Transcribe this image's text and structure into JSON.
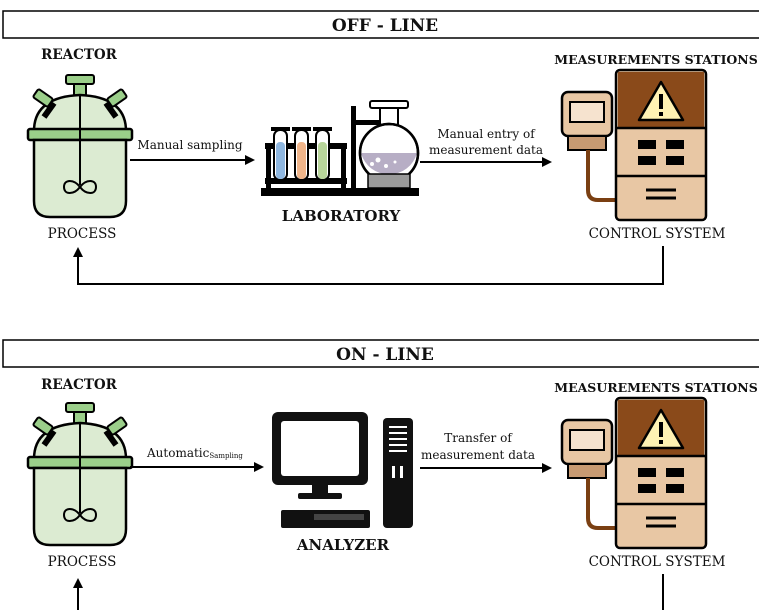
{
  "offline": {
    "header": "OFF - LINE",
    "reactor_label": "REACTOR",
    "process_label": "PROCESS",
    "arrow1_label": "Manual sampling",
    "lab_label": "LABORATORY",
    "arrow2_line1": "Manual entry of",
    "arrow2_line2": "measurement data",
    "stations_label": "MEASUREMENTS STATIONS",
    "control_label": "CONTROL SYSTEM"
  },
  "online": {
    "header": "ON - LINE",
    "reactor_label": "REACTOR",
    "process_label": "PROCESS",
    "arrow1_label_main": "Automatic",
    "arrow1_label_small": "Sampling",
    "analyzer_label": "ANALYZER",
    "arrow2_line1": "Transfer of",
    "arrow2_line2": "measurement data",
    "stations_label": "MEASUREMENTS STATIONS",
    "control_label": "CONTROL SYSTEM"
  },
  "colors": {
    "reactor_fill": "#dcebd2",
    "reactor_accent": "#9bcf8a",
    "station_light": "#e8c7a4",
    "station_mid": "#c79a72",
    "station_dark": "#7a3f12",
    "warning": "#fff2b3",
    "tube_blue": "#8fb7e0",
    "tube_orange": "#f0b58a",
    "tube_green": "#b8d59a",
    "flask_liquid": "#b7aec5"
  },
  "icons": [
    "reactor-icon",
    "lab-glassware-icon",
    "measurement-station-icon",
    "warning-icon",
    "computer-analyzer-icon"
  ]
}
